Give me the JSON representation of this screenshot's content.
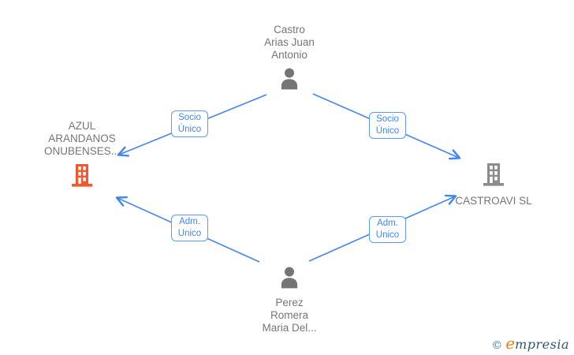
{
  "diagram_type": "company-relations-graph",
  "colors": {
    "background": "#ffffff",
    "edge_blue": "#4285f4",
    "label_box_border": "#5b9bf8",
    "label_box_text": "#4285f4",
    "node_text": "#757575",
    "person_icon_gray": "#757575",
    "company_left_orange": "#f4572e",
    "company_right_gray": "#8c8c8c",
    "logo_copyright": "#3d7ba0",
    "logo_e_orange": "#ef7f1a",
    "logo_text_teal": "#2c5871"
  },
  "nodes": {
    "person_top": {
      "type": "person",
      "name": "Castro Arias Juan Antonio",
      "lines": [
        "Castro",
        "Arias Juan",
        "Antonio"
      ]
    },
    "company_left": {
      "type": "company",
      "name": "AZUL ARANDANOS ONUBENSES...",
      "lines": [
        "AZUL",
        "ARANDANOS",
        "ONUBENSES..."
      ]
    },
    "company_right": {
      "type": "company",
      "name": "CASTROAVI SL",
      "lines": [
        "CASTROAVI SL"
      ]
    },
    "person_bottom": {
      "type": "person",
      "name": "Perez Romera Maria Del...",
      "lines": [
        "Perez",
        "Romera",
        "Maria Del..."
      ]
    }
  },
  "edges": [
    {
      "from": "person_top",
      "to": "company_left",
      "label": "Socio Único",
      "label_lines": [
        "Socio",
        "Único"
      ]
    },
    {
      "from": "person_top",
      "to": "company_right",
      "label": "Socio Único",
      "label_lines": [
        "Socio",
        "Único"
      ]
    },
    {
      "from": "person_bottom",
      "to": "company_left",
      "label": "Adm. Unico",
      "label_lines": [
        "Adm.",
        "Unico"
      ]
    },
    {
      "from": "person_bottom",
      "to": "company_right",
      "label": "Adm. Unico",
      "label_lines": [
        "Adm.",
        "Unico"
      ]
    }
  ],
  "footer": {
    "copyright_symbol": "©",
    "brand_lead": "e",
    "brand_rest": "mpresia"
  }
}
